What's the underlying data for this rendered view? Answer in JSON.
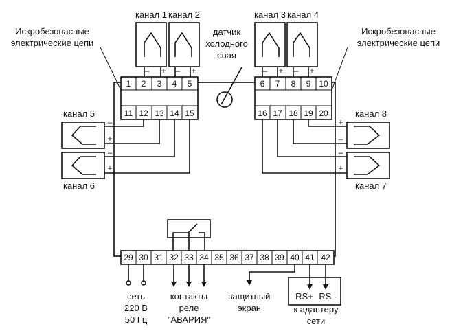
{
  "labels": {
    "channel_1": "канал 1",
    "channel_2": "канал 2",
    "channel_3": "канал 3",
    "channel_4": "канал 4",
    "channel_5": "канал 5",
    "channel_6": "канал 6",
    "channel_7": "канал 7",
    "channel_8": "канал 8",
    "safe_circuits_left_1": "Искробезопасные",
    "safe_circuits_left_2": "электрические цепи",
    "safe_circuits_right_1": "Искробезопасные",
    "safe_circuits_right_2": "электрические цепи",
    "cold_junction_1": "датчик",
    "cold_junction_2": "холодного",
    "cold_junction_3": "спая",
    "mains_1": "сеть",
    "mains_2": "220 В",
    "mains_3": "50 Гц",
    "relay_1": "контакты",
    "relay_2": "реле",
    "relay_3": "\"АВАРИЯ\"",
    "shield_1": "защитный",
    "shield_2": "экран",
    "rs_plus": "RS+",
    "rs_minus": "RS–",
    "adapter_1": "к адаптеру",
    "adapter_2": "сети",
    "minus": "–",
    "plus": "+"
  },
  "terminals": {
    "top_left": [
      "1",
      "2",
      "3",
      "4",
      "5"
    ],
    "top_right": [
      "6",
      "7",
      "8",
      "9",
      "10"
    ],
    "mid_left": [
      "11",
      "12",
      "13",
      "14",
      "15"
    ],
    "mid_right": [
      "16",
      "17",
      "18",
      "19",
      "20"
    ],
    "bottom": [
      "29",
      "30",
      "31",
      "32",
      "33",
      "34",
      "35",
      "36",
      "37",
      "38",
      "39",
      "40",
      "41",
      "42"
    ]
  }
}
